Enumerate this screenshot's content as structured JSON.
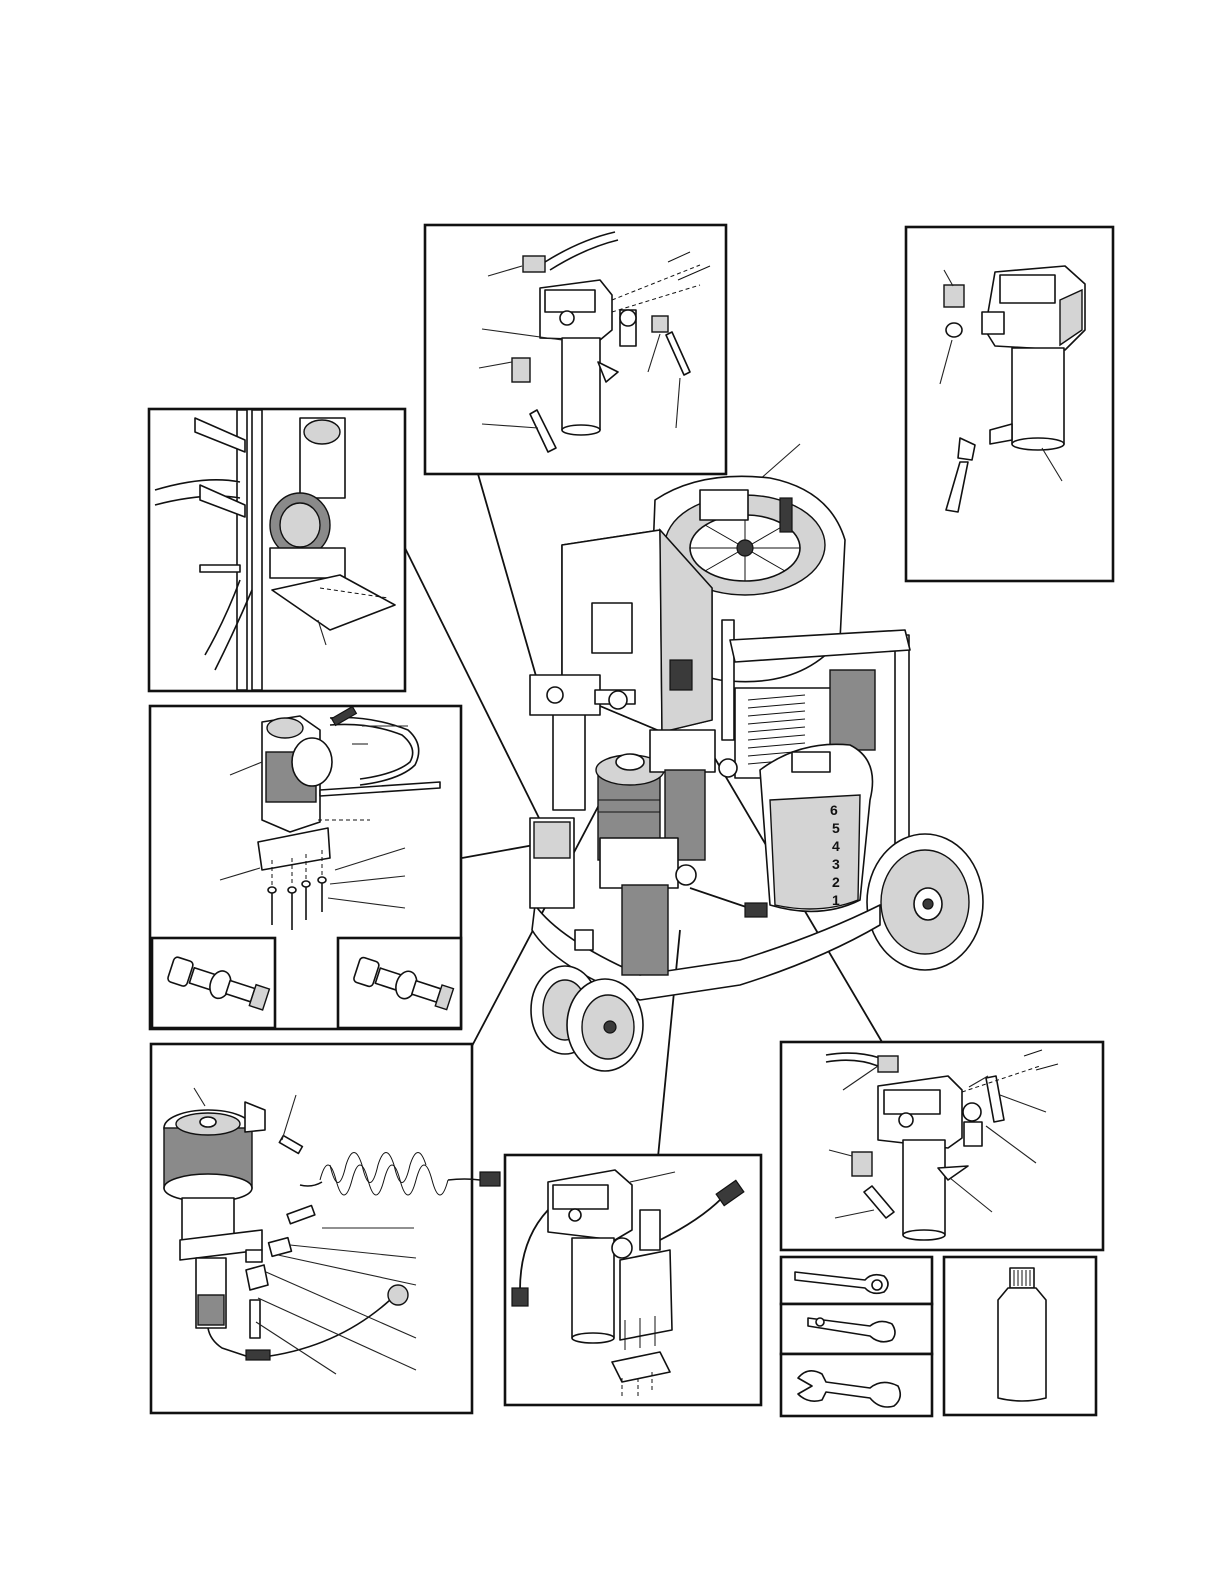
{
  "page": {
    "background": "#ffffff",
    "line_color": "#111111"
  },
  "figure": {
    "description_visible_text": [],
    "callouts_visible": false
  },
  "panels": [
    {
      "id": "filter-manifold-top",
      "icon": "filter-housing-exploded"
    },
    {
      "id": "filter-housing-right",
      "icon": "filter-housing-with-fittings"
    },
    {
      "id": "pump-frame-mount",
      "icon": "pump-bracket-assembly"
    },
    {
      "id": "pump-base-exploded",
      "icon": "pump-base-hardware"
    },
    {
      "id": "swivel-fitting-left",
      "icon": "swivel-coupler"
    },
    {
      "id": "swivel-fitting-right",
      "icon": "swivel-coupler"
    },
    {
      "id": "accumulator-hose-kit",
      "icon": "accumulator-with-coil-hose"
    },
    {
      "id": "filter-with-hose",
      "icon": "filter-housing-with-hose"
    },
    {
      "id": "filter-manifold-bottom-right",
      "icon": "filter-housing-exploded"
    },
    {
      "id": "tool-wrench-small",
      "icon": "spanner-wrench"
    },
    {
      "id": "tool-wrench-medium",
      "icon": "spanner-wrench"
    },
    {
      "id": "tool-wrench-large",
      "icon": "open-end-wrench"
    },
    {
      "id": "lubricant-bottle",
      "icon": "bottle"
    }
  ],
  "main_unit": {
    "icon": "sprayer-cart-assembly",
    "gauge_digits": [
      "6",
      "5",
      "4",
      "3",
      "2",
      "1"
    ]
  }
}
